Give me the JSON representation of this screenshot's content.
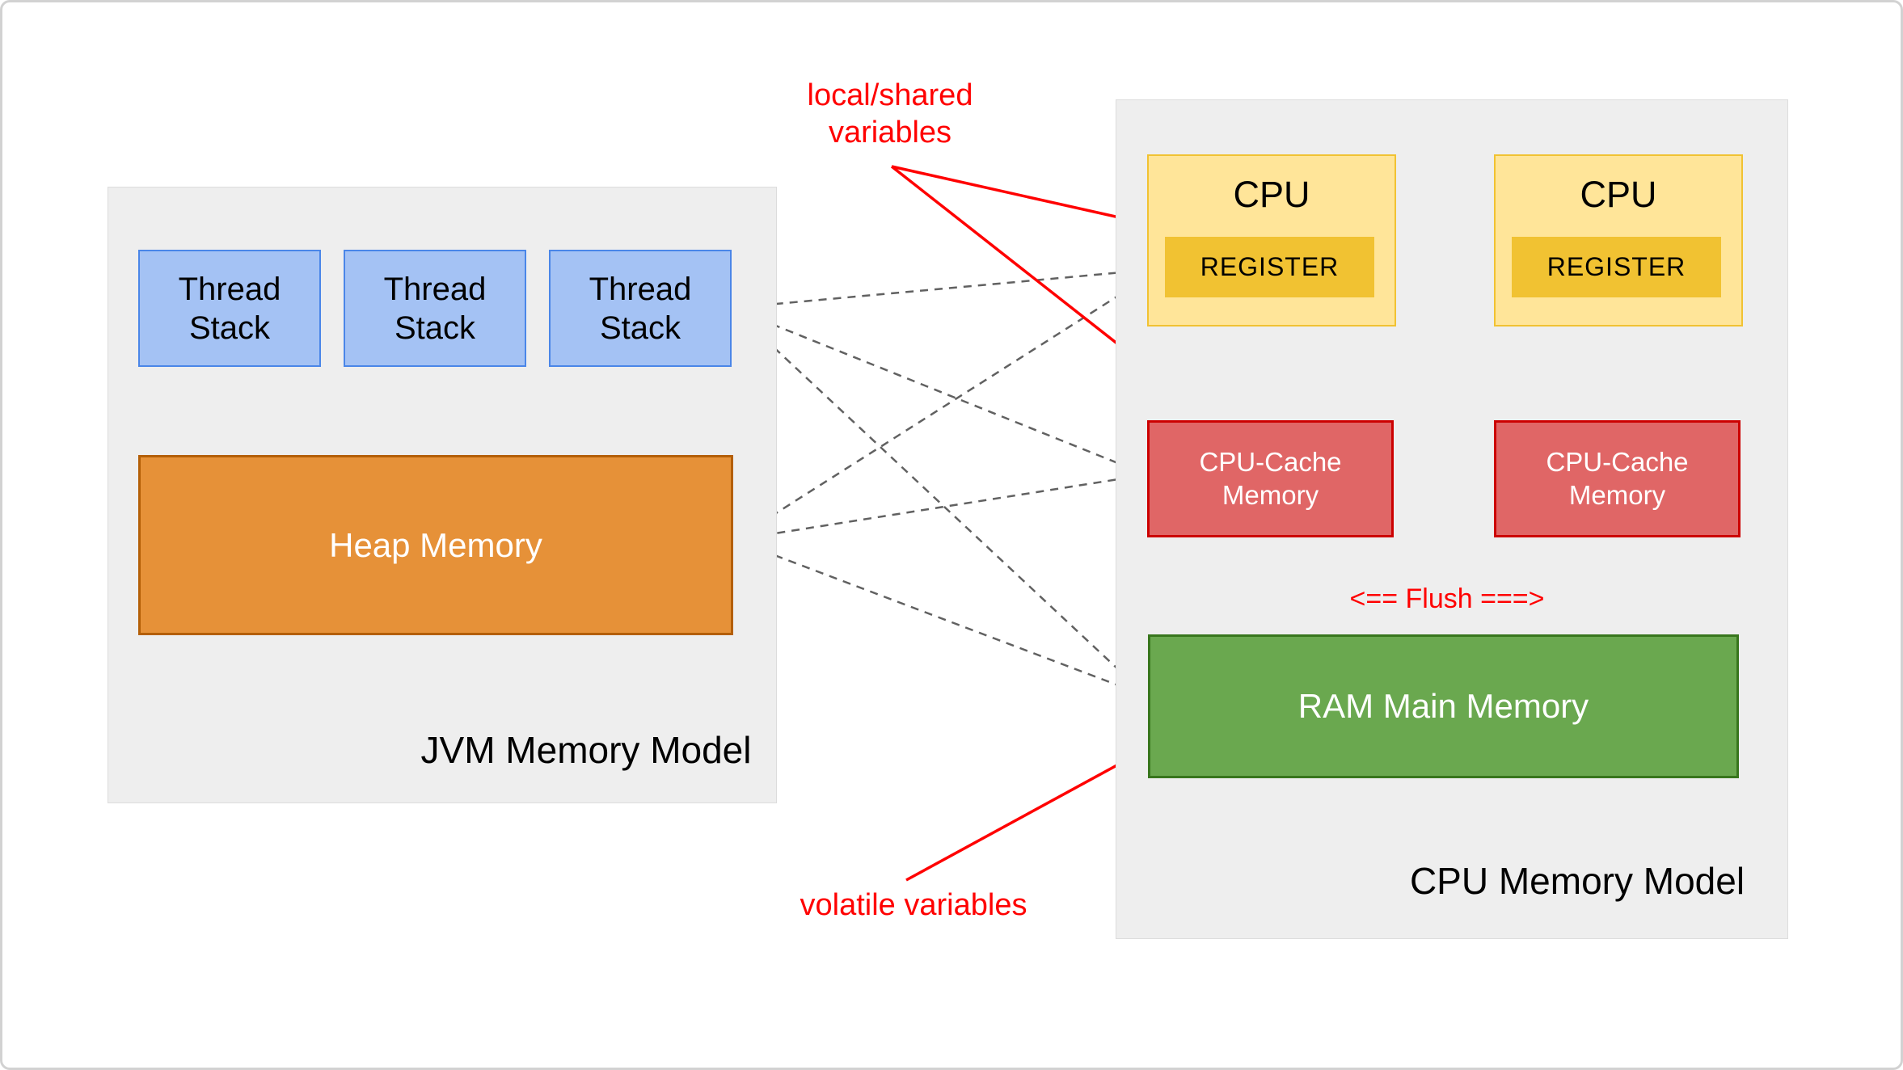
{
  "jvm": {
    "title": "JVM Memory Model",
    "thread_stacks": [
      "Thread Stack",
      "Thread Stack",
      "Thread Stack"
    ],
    "heap_label": "Heap Memory"
  },
  "cpu": {
    "title": "CPU Memory Model",
    "cpus": [
      {
        "label": "CPU",
        "register_label": "REGISTER"
      },
      {
        "label": "CPU",
        "register_label": "REGISTER"
      }
    ],
    "caches": [
      "CPU-Cache Memory",
      "CPU-Cache Memory"
    ],
    "ram_label": "RAM Main Memory",
    "flush_label": "<== Flush ===>"
  },
  "annotations": {
    "local_shared_line1": "local/shared",
    "local_shared_line2": "variables",
    "volatile_label": "volatile variables"
  },
  "colors": {
    "thread_stack_fill": "#a4c2f4",
    "thread_stack_border": "#4a86e8",
    "heap_fill": "#e69138",
    "heap_border": "#b45f06",
    "cpu_fill": "#ffe599",
    "cpu_border": "#f1c232",
    "register_fill": "#f1c232",
    "cache_fill": "#e06666",
    "cache_border": "#cc0000",
    "ram_fill": "#6aa84f",
    "ram_border": "#38761d",
    "panel_fill": "#eeeeee",
    "annotation_red": "#ff0000",
    "arrow_gray": "#666666"
  }
}
